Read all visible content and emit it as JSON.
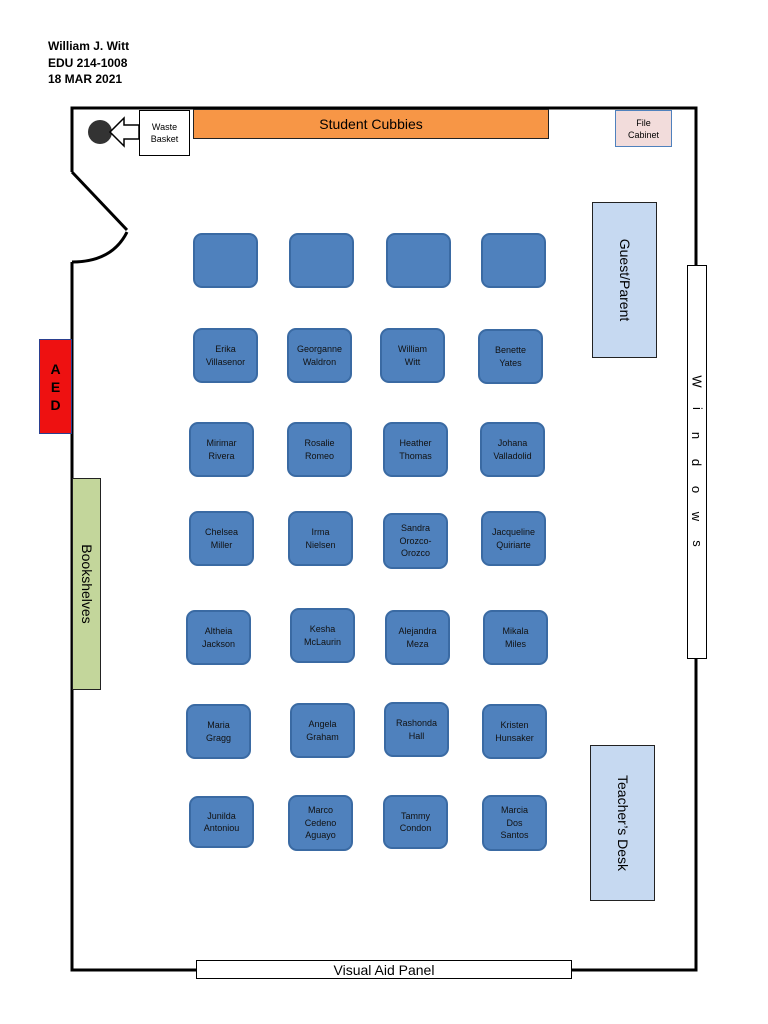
{
  "header": {
    "name": "William J. Witt",
    "course": "EDU 214-1008",
    "date": "18 MAR 2021"
  },
  "labels": {
    "student_cubbies": "Student Cubbies",
    "waste_basket_line1": "Waste",
    "waste_basket_line2": "Basket",
    "file_cabinet_line1": "File",
    "file_cabinet_line2": "Cabinet",
    "aed_letters": [
      "A",
      "E",
      "D"
    ],
    "bookshelves": "Bookshelves",
    "guest_parent": "Guest/Parent",
    "windows_letters": [
      "W",
      "i",
      "n",
      "d",
      "o",
      "w",
      "s"
    ],
    "teachers_desk": "Teacher’s Desk",
    "visual_aid_panel": "Visual Aid Panel"
  },
  "colors": {
    "desk": "#4f81bd",
    "cubbies": "#f79646",
    "aed": "#ee1111",
    "bookshelves": "#c3d69b",
    "furniture_blue": "#c6d9f1",
    "file_cabinet": "#f2dcdb"
  },
  "desks": [
    {
      "name": ""
    },
    {
      "name": ""
    },
    {
      "name": ""
    },
    {
      "name": ""
    },
    {
      "name": "Erika\nVillasenor"
    },
    {
      "name": "Georganne\nWaldron"
    },
    {
      "name": "William\nWitt"
    },
    {
      "name": "Benette\nYates"
    },
    {
      "name": "Mirimar\nRivera"
    },
    {
      "name": "Rosalie\nRomeo"
    },
    {
      "name": "Heather\nThomas"
    },
    {
      "name": "Johana\nValladolid"
    },
    {
      "name": "Chelsea\nMiller"
    },
    {
      "name": "Irma\nNielsen"
    },
    {
      "name": "Sandra\nOrozco-\nOrozco"
    },
    {
      "name": "Jacqueline\nQuiriarte"
    },
    {
      "name": "Altheia\nJackson"
    },
    {
      "name": "Kesha\nMcLaurin"
    },
    {
      "name": "Alejandra\nMeza"
    },
    {
      "name": "Mikala\nMiles"
    },
    {
      "name": "Maria\nGragg"
    },
    {
      "name": "Angela\nGraham"
    },
    {
      "name": "Rashonda\nHall"
    },
    {
      "name": "Kristen\nHunsaker"
    },
    {
      "name": "Junilda\nAntoniou"
    },
    {
      "name": "Marco\nCedeno\nAguayo"
    },
    {
      "name": "Tammy\nCondon"
    },
    {
      "name": "Marcia\nDos\nSantos"
    }
  ]
}
